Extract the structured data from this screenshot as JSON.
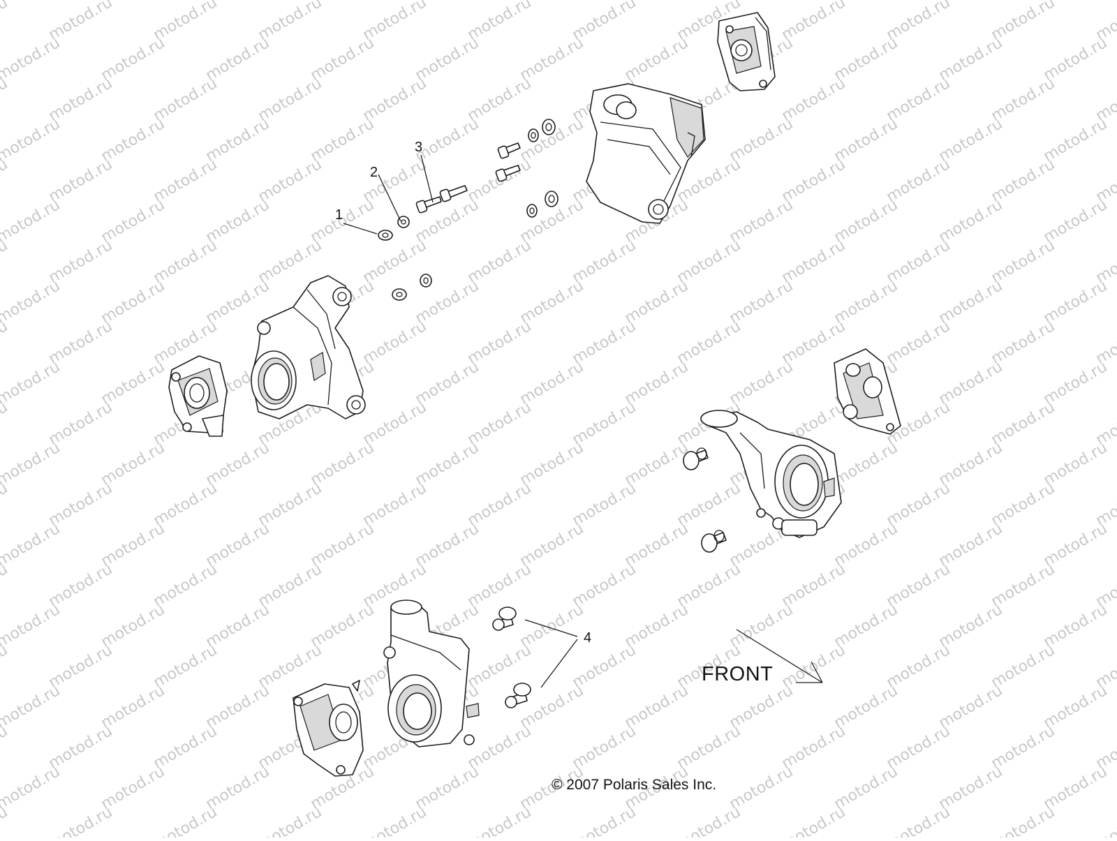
{
  "watermark": {
    "text": "motod.ru",
    "color": "#c8c8c8"
  },
  "callouts": [
    {
      "id": "1",
      "label": "1"
    },
    {
      "id": "2",
      "label": "2"
    },
    {
      "id": "3",
      "label": "3"
    },
    {
      "id": "4",
      "label": "4"
    }
  ],
  "front_label": "FRONT",
  "copyright": "© 2007 Polaris Sales Inc."
}
